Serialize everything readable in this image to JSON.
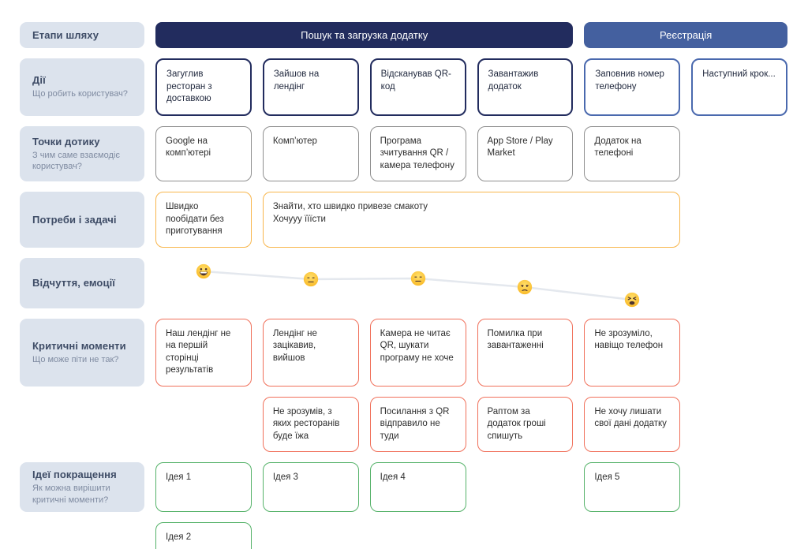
{
  "stages_row": {
    "label": "Етапи шляху",
    "stages": [
      {
        "label": "Пошук та загрузка додатку",
        "color": "#222c5e"
      },
      {
        "label": "Реєстрація",
        "color": "#44609f"
      }
    ]
  },
  "actions_row": {
    "label": "Дії",
    "sublabel": "Що робить користувач?",
    "cards": [
      "Загуглив ресторан з доставкою",
      "Зайшов на лендінг",
      "Відсканував QR-код",
      "Завантажив додаток",
      "Заповнив номер телефону",
      "Наступний крок..."
    ]
  },
  "touchpoints_row": {
    "label": "Точки дотику",
    "sublabel": "З чим саме взаємодіє користувач?",
    "cards": [
      "Google на комп’ютері",
      "Комп’ютер",
      "Програма зчитування QR / камера телефону",
      "App Store / Play Market",
      "Додаток на телефоні"
    ]
  },
  "needs_row": {
    "label": "Потреби і задачі",
    "cards": [
      "Швидко пообідати без приготування",
      "Знайти, хто швидко привезе смакоту\nХочууу їїїсти"
    ]
  },
  "emotions_row": {
    "label": "Відчуття, емоції",
    "sequence": [
      "grinning",
      "expressionless",
      "expressionless",
      "unamused",
      "tired"
    ],
    "line_color": "#e4e8ee"
  },
  "critical_row": {
    "label": "Критичні моменти",
    "sublabel": "Що може піти не так?",
    "cards_top": [
      "Наш лендінг не на першій сторінці результатів",
      "Лендінг не зацікавив, вийшов",
      "Камера не читає QR, шукати програму не хоче",
      "Помилка при завантаженні",
      "Не зрозуміло, навіщо телефон"
    ],
    "cards_bottom": [
      "Не зрозумів, з яких ресторанів буде їжа",
      "Посилання з QR відправило не туди",
      "Раптом за додаток гроші спишуть",
      "Не хочу лишати свої дані додатку"
    ]
  },
  "ideas_row": {
    "label": "Ідеї покращення",
    "sublabel": "Як можна вирішити критичні моменти?",
    "cards_top": [
      "Ідея 1",
      "Ідея 3",
      "Ідея 4",
      "Ідея 5"
    ],
    "cards_bottom": [
      "Ідея 2"
    ]
  },
  "colors": {
    "stage1_bg": "#222c5e",
    "stage2_bg": "#44609f",
    "action_border": "#222c5e",
    "action_border_alt": "#4a69ae",
    "touchpoint_border": "#8f8f8f",
    "needs_border": "#f8b64c",
    "critical_border": "#f0705a",
    "idea_border": "#55b269",
    "row_label_bg": "#dce3ed",
    "emotion_line": "#e4e8ee"
  }
}
